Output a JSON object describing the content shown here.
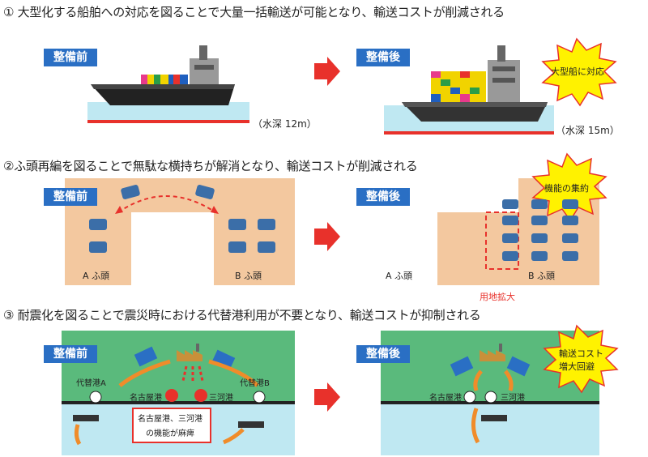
{
  "sections": [
    {
      "title": "① 大型化する船舶への対応を図ることで大量一括輸送が可能となり、輸送コストが削減される",
      "before_label": "整備前",
      "after_label": "整備後",
      "depth_before": "（水深 12m）",
      "depth_after": "（水深 15m）",
      "burst": "大型船に対応"
    },
    {
      "title": "②ふ頭再編を図ることで無駄な横持ちが解消となり、輸送コストが削減される",
      "before_label": "整備前",
      "after_label": "整備後",
      "wharf_a": "A ふ頭",
      "wharf_b": "B ふ頭",
      "wharf_a2": "A ふ頭",
      "wharf_b2": "B ふ頭",
      "expansion": "用地拡大",
      "burst": "機能の集約"
    },
    {
      "title": "③ 耐震化を図ることで震災時における代替港利用が不要となり、輸送コストが抑制される",
      "before_label": "整備前",
      "after_label": "整備後",
      "alt_port_a": "代替港A",
      "alt_port_b": "代替港B",
      "nagoya": "名古屋港",
      "mikawa": "三河港",
      "nagoya2": "名古屋港",
      "mikawa2": "三河港",
      "paralysis_line1": "名古屋港、三河港",
      "paralysis_line2": "の機能が麻痺",
      "burst_line1": "輸送コスト",
      "burst_line2": "増大回避"
    }
  ],
  "colors": {
    "badge": "#2a6fc4",
    "land": "#f3c89f",
    "green": "#5aba7c",
    "sea": "#bfe8f2",
    "arrow": "#e8312b",
    "burst": "#fff200"
  }
}
